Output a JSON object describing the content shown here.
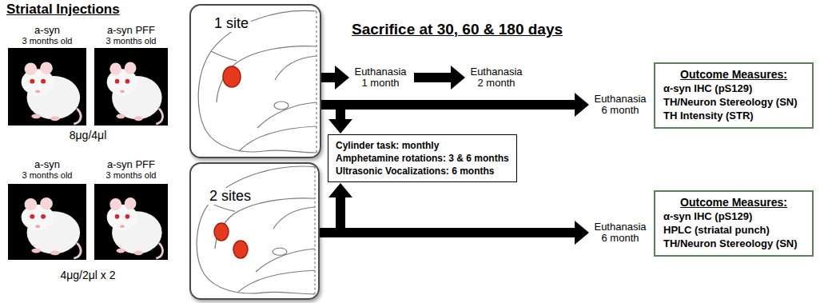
{
  "diagram": {
    "nodes": [
      {
        "text": [
          "1 site"
        ]
      },
      {
        "text": [
          "Euthanasia 1 month"
        ]
      },
      {
        "text": [
          "Euthanasia 2 month"
        ]
      },
      {
        "text": [
          "Euthanasia 6 month"
        ]
      },
      {
        "text": [
          "Outcome Measures:",
          "α-syn IHC (pS129)",
          "TH/Neuron Stereology (SN)",
          "TH Intensity (STR)"
        ]
      },
      {
        "text": [
          "Cylinder task: monthly",
          "Amphetamine rotations: 3 & 6 months",
          "Ultrasonic Vocalizations: 6 months"
        ]
      },
      {
        "text": [
          "2 sites"
        ]
      },
      {
        "text": [
          "Euthanasia 6 month"
        ]
      },
      {
        "text": [
          "Outcome Measures:",
          "α-syn IHC (pS129)",
          "HPLC (striatal punch)",
          "TH/Neuron Stereology (SN)"
        ]
      }
    ],
    "edges": [
      {
        "from": 0,
        "to": 1,
        "arrow": "to"
      },
      {
        "from": 1,
        "to": 2,
        "arrow": "to"
      },
      {
        "from": 0,
        "to": 3,
        "arrow": "to"
      },
      {
        "from": 0,
        "to": 5,
        "arrow": "to"
      },
      {
        "from": 6,
        "to": 7,
        "arrow": "to"
      },
      {
        "from": 6,
        "to": 5,
        "arrow": "to"
      }
    ],
    "labels": [
      "Striatal Injections",
      "a-syn",
      "3 months old",
      "a-syn PFF",
      "3 months old",
      "8μg/4μl",
      "a-syn",
      "3 months old",
      "a-syn PFF",
      "3 months old",
      "4μg/2μl x 2",
      "Sacrifice at 30, 60 & 180 days"
    ]
  }
}
